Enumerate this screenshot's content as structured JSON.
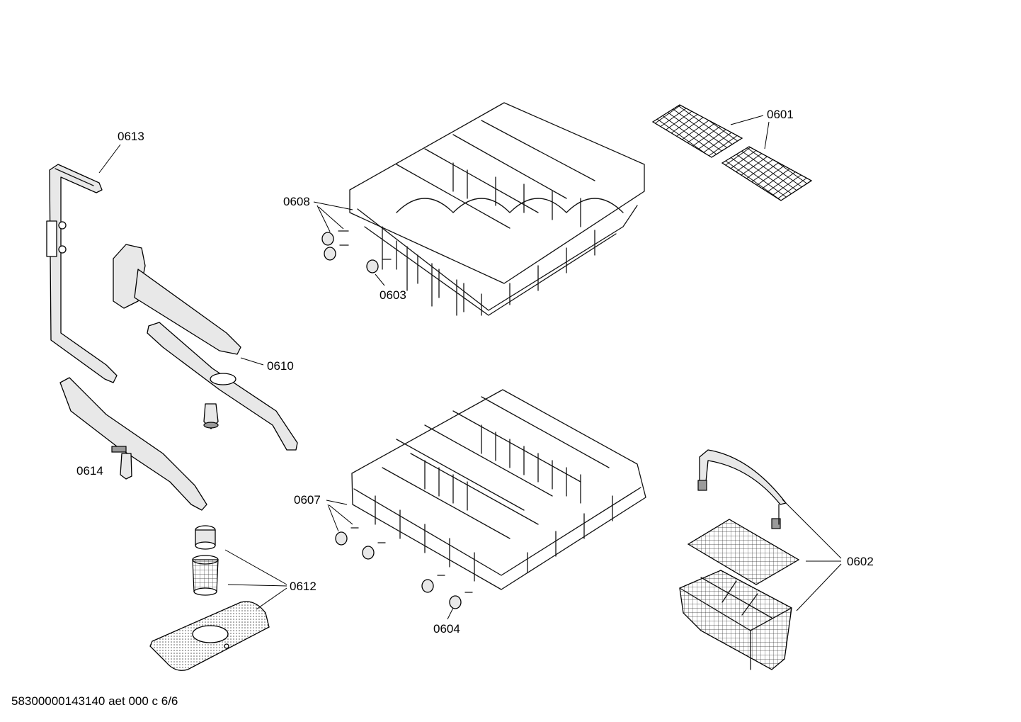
{
  "callouts": {
    "c0601": "0601",
    "c0602": "0602",
    "c0603": "0603",
    "c0604": "0604",
    "c0607": "0607",
    "c0608": "0608",
    "c0610": "0610",
    "c0612": "0612",
    "c0613": "0613",
    "c0614": "0614"
  },
  "footer": {
    "doc_id": "58300000143140 aet 000 c 6/6"
  }
}
